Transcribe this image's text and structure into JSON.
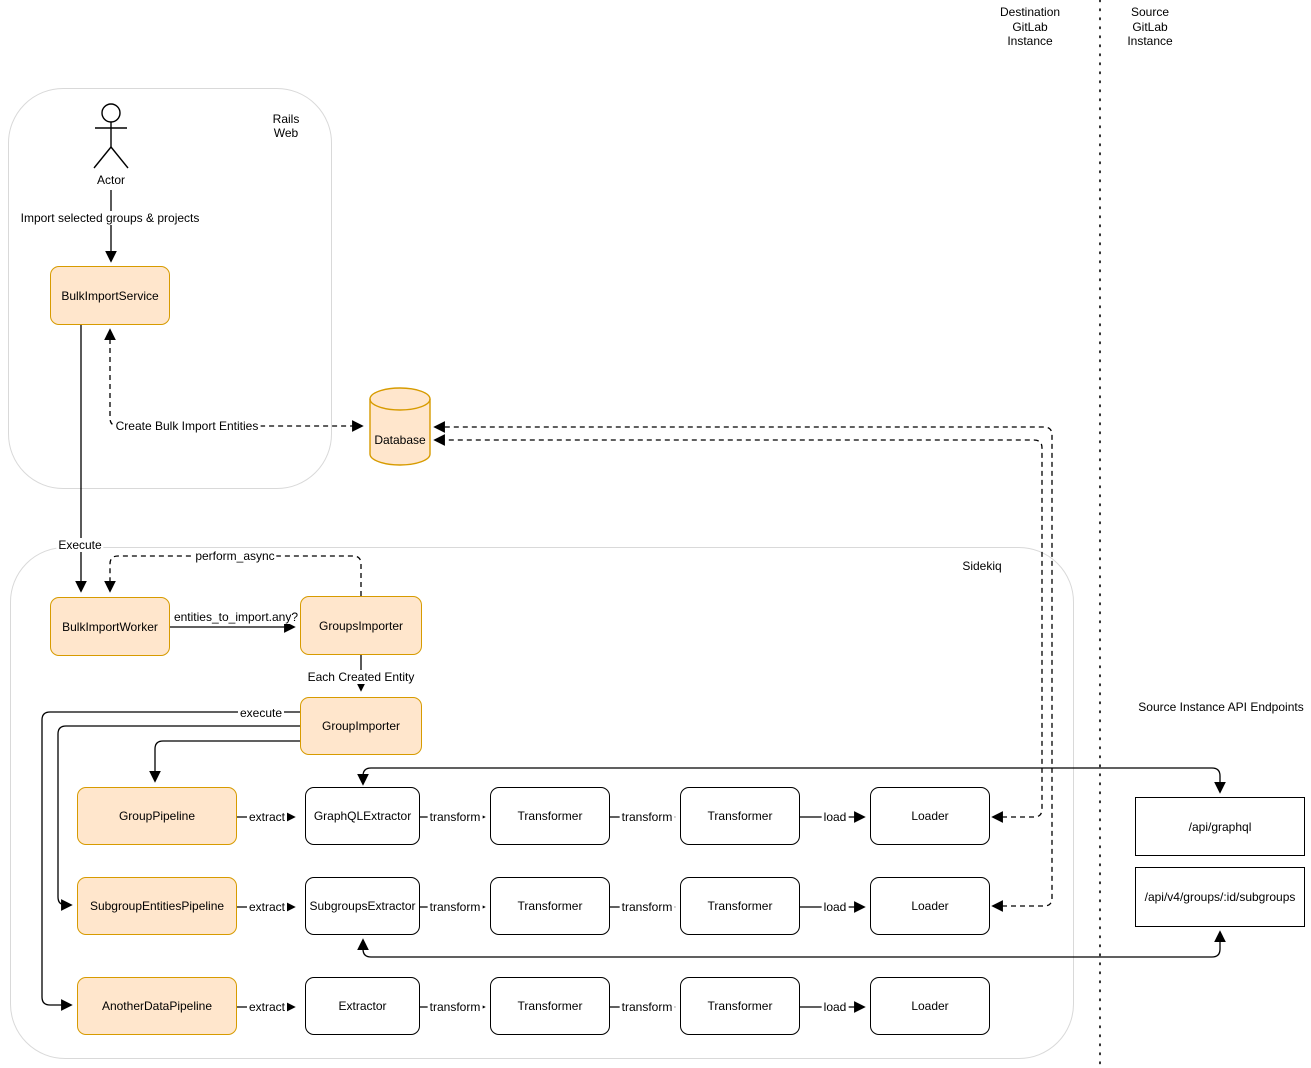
{
  "colors": {
    "highlight_fill": "#FFE6CC",
    "highlight_stroke": "#D79B00",
    "container_stroke": "#D9D9D9",
    "line": "#000000"
  },
  "regions": {
    "destination_instance": "Destination\nGitLab\nInstance",
    "source_instance": "Source\nGitLab\nInstance",
    "rails_web": "Rails\nWeb",
    "sidekiq": "Sidekiq"
  },
  "actor": {
    "label": "Actor"
  },
  "nodes": {
    "bulk_import_service": "BulkImportService",
    "database": "Database",
    "bulk_import_worker": "BulkImportWorker",
    "groups_importer": "GroupsImporter",
    "group_importer": "GroupImporter"
  },
  "pipelines": [
    {
      "pipeline": "GroupPipeline",
      "extractor": "GraphQLExtractor",
      "transformer1": "Transformer",
      "transformer2": "Transformer",
      "loader": "Loader"
    },
    {
      "pipeline": "SubgroupEntitiesPipeline",
      "extractor": "SubgroupsExtractor",
      "transformer1": "Transformer",
      "transformer2": "Transformer",
      "loader": "Loader"
    },
    {
      "pipeline": "AnotherDataPipeline",
      "extractor": "Extractor",
      "transformer1": "Transformer",
      "transformer2": "Transformer",
      "loader": "Loader"
    }
  ],
  "edge_labels": {
    "import_request": "Import selected groups & projects",
    "create_entities": "Create Bulk Import Entities",
    "execute": "Execute",
    "perform_async": "perform_async",
    "entities_check": "entities_to_import.any?",
    "each_created_entity": "Each Created Entity",
    "execute_pipeline": "execute",
    "extract": "extract",
    "transform": "transform",
    "load": "load"
  },
  "api": {
    "title": "Source Instance API Endpoints",
    "endpoints": [
      "/api/graphql",
      "/api/v4/groups/:id/subgroups"
    ]
  }
}
